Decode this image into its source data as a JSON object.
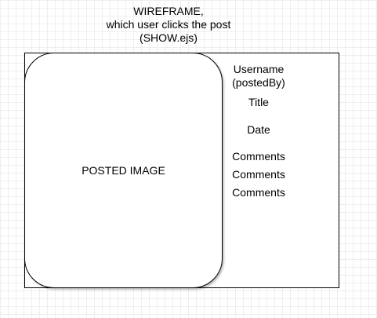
{
  "heading": {
    "line1": "WIREFRAME,",
    "line2": "which user clicks the post",
    "line3": "(SHOW.ejs)"
  },
  "image_label": "POSTED IMAGE",
  "info": {
    "username": "Username",
    "posted_by": "(postedBy)",
    "title": "Title",
    "date": "Date",
    "comments": [
      "Comments",
      "Comments",
      "Comments"
    ]
  }
}
